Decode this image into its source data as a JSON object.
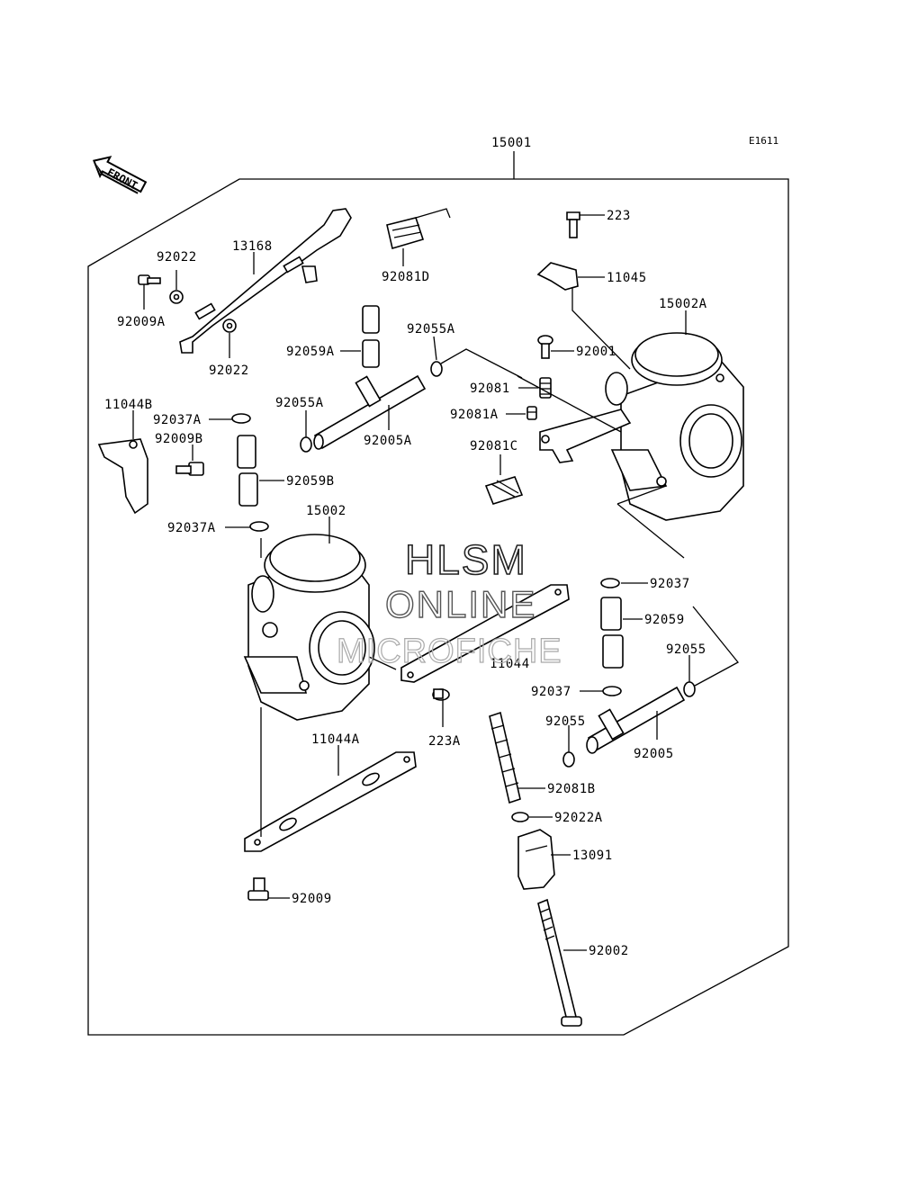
{
  "diagram": {
    "code": "E1611",
    "front_label": "FRONT",
    "assembly_number": "15001",
    "watermark": {
      "line1": "HLSM",
      "line2": "ONLINE",
      "line3": "MICROFICHE"
    },
    "parts": [
      "223",
      "11045",
      "15002A",
      "92001",
      "92081",
      "92081A",
      "92081C",
      "92081D",
      "13168",
      "92022",
      "92009A",
      "92059A",
      "92055A",
      "92005A",
      "11044B",
      "92037A",
      "92009B",
      "92059B",
      "15002",
      "11044",
      "223A",
      "92037",
      "92059",
      "92055",
      "92005",
      "11044A",
      "92081B",
      "92022A",
      "13091",
      "92009",
      "92002"
    ]
  }
}
